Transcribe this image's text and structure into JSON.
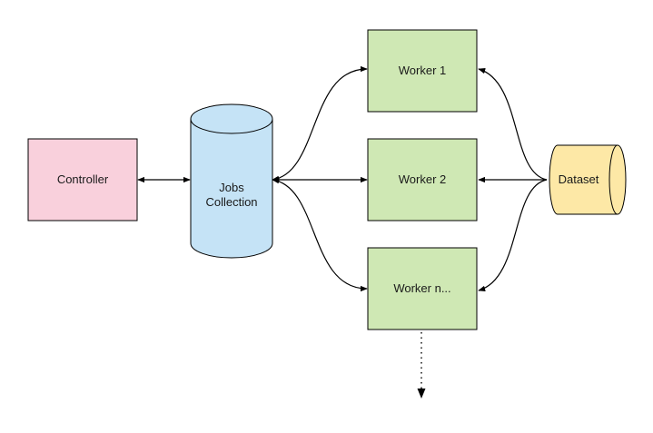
{
  "diagram": {
    "nodes": {
      "controller": {
        "label": "Controller",
        "fill": "#f9d0dc"
      },
      "jobs": {
        "label_lines": [
          "Jobs",
          "Collection"
        ],
        "fill": "#c5e3f6"
      },
      "worker1": {
        "label": "Worker 1",
        "fill": "#cfe8b4"
      },
      "worker2": {
        "label": "Worker 2",
        "fill": "#cfe8b4"
      },
      "workern": {
        "label": "Worker n...",
        "fill": "#cfe8b4"
      },
      "dataset": {
        "label": "Dataset",
        "fill": "#fde8a6"
      }
    },
    "edges": [
      {
        "from": "controller",
        "to": "jobs",
        "direction": "both"
      },
      {
        "from": "jobs",
        "to": "worker1",
        "direction": "both"
      },
      {
        "from": "jobs",
        "to": "worker2",
        "direction": "both"
      },
      {
        "from": "jobs",
        "to": "workern",
        "direction": "both"
      },
      {
        "from": "dataset",
        "to": "worker1",
        "direction": "forward"
      },
      {
        "from": "dataset",
        "to": "worker2",
        "direction": "forward"
      },
      {
        "from": "dataset",
        "to": "workern",
        "direction": "forward"
      },
      {
        "from": "workern",
        "to": "more-workers",
        "direction": "forward",
        "style": "dotted"
      }
    ],
    "stroke_color": "#000000"
  }
}
